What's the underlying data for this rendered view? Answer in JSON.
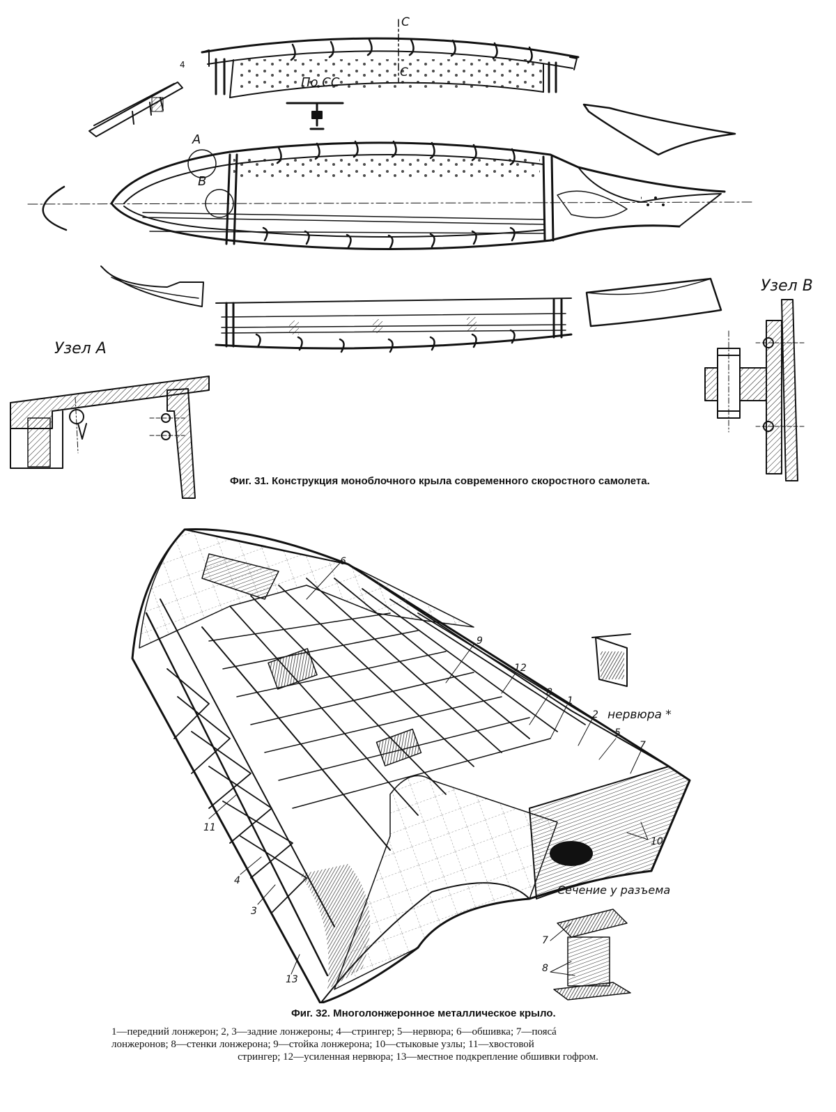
{
  "figure31": {
    "caption": "Фиг. 31. Конструкция моноблочного крыла современного скоростного самолета.",
    "section_label": "По СС",
    "cut_c_top": "С",
    "cut_c_bottom": "С",
    "mark_a": "А",
    "mark_b": "В",
    "mark_4": "4",
    "node_a_label": "Узел А",
    "node_b_label": "Узел В"
  },
  "figure32": {
    "caption": "Фиг. 32. Многолонжеронное металлическое крыло.",
    "rib_star_label": "нервюра *",
    "section_label": "Сечение у разъема",
    "numbers": [
      "1",
      "2",
      "3",
      "4",
      "5",
      "6",
      "7",
      "8",
      "9",
      "10",
      "11",
      "12",
      "13"
    ],
    "detail_numbers": [
      "7",
      "8"
    ]
  },
  "legend": {
    "line1": "1—передний лонжерон; 2, 3—задние лонжероны; 4—стрингер; 5—нервюра; 6—обшивка; 7—поясá",
    "line2": "лонжеронов; 8—стенки лонжерона; 9—стойка лонжерона; 10—стыковые узлы; 11—хвостовой",
    "line3": "стрингер; 12—усиленная нервюра; 13—местное подкрепление обшивки гофром."
  }
}
